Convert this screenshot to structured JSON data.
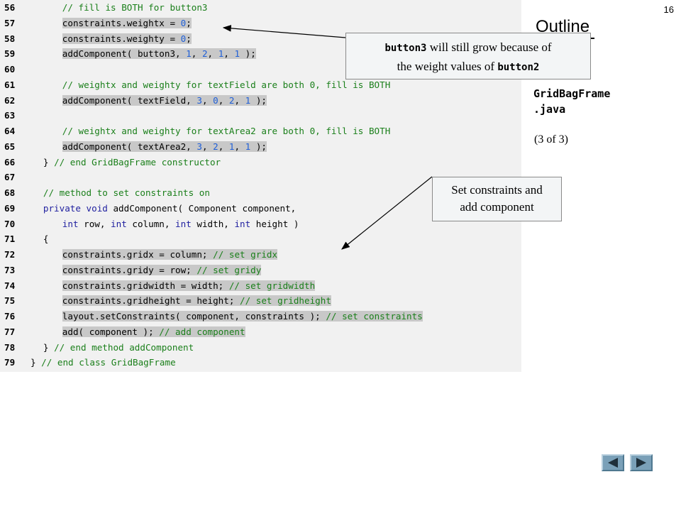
{
  "slide_number": "16",
  "outline_title": "Outline",
  "file_name_line1": "GridBagFrame",
  "file_name_line2": ".java",
  "page_info": "(3 of 3)",
  "callout_1": {
    "mono_1": "button3",
    "text_1": " will still grow because of",
    "text_2": "the weight values of ",
    "mono_2": "button2"
  },
  "callout_2": {
    "line_1": "Set constraints and",
    "line_2": "add component"
  },
  "code_lines": [
    {
      "num": "56",
      "indent": 6,
      "segs": [
        {
          "t": "// fill is BOTH for button3",
          "c": "c"
        }
      ]
    },
    {
      "num": "57",
      "indent": 6,
      "segs": [
        {
          "t": "constraints.weightx = ",
          "h": 1
        },
        {
          "t": "0",
          "c": "n",
          "h": 1
        },
        {
          "t": ";",
          "h": 1
        }
      ]
    },
    {
      "num": "58",
      "indent": 6,
      "segs": [
        {
          "t": "constraints.weighty = ",
          "h": 1
        },
        {
          "t": "0",
          "c": "n",
          "h": 1
        },
        {
          "t": ";",
          "h": 1
        }
      ]
    },
    {
      "num": "59",
      "indent": 6,
      "segs": [
        {
          "t": "addComponent( button3, ",
          "h": 1
        },
        {
          "t": "1",
          "c": "n",
          "h": 1
        },
        {
          "t": ", ",
          "h": 1
        },
        {
          "t": "2",
          "c": "n",
          "h": 1
        },
        {
          "t": ", ",
          "h": 1
        },
        {
          "t": "1",
          "c": "n",
          "h": 1
        },
        {
          "t": ", ",
          "h": 1
        },
        {
          "t": "1",
          "c": "n",
          "h": 1
        },
        {
          "t": " );",
          "h": 1
        }
      ]
    },
    {
      "num": "60",
      "indent": 0,
      "segs": []
    },
    {
      "num": "61",
      "indent": 6,
      "segs": [
        {
          "t": "// weightx and weighty for textField are both 0, fill is BOTH",
          "c": "c"
        }
      ]
    },
    {
      "num": "62",
      "indent": 6,
      "segs": [
        {
          "t": "addComponent( textField, ",
          "h": 1
        },
        {
          "t": "3",
          "c": "n",
          "h": 1
        },
        {
          "t": ", ",
          "h": 1
        },
        {
          "t": "0",
          "c": "n",
          "h": 1
        },
        {
          "t": ", ",
          "h": 1
        },
        {
          "t": "2",
          "c": "n",
          "h": 1
        },
        {
          "t": ", ",
          "h": 1
        },
        {
          "t": "1",
          "c": "n",
          "h": 1
        },
        {
          "t": " );",
          "h": 1
        }
      ]
    },
    {
      "num": "63",
      "indent": 0,
      "segs": []
    },
    {
      "num": "64",
      "indent": 6,
      "segs": [
        {
          "t": "// weightx and weighty for textArea2 are both 0, fill is BOTH",
          "c": "c"
        }
      ]
    },
    {
      "num": "65",
      "indent": 6,
      "segs": [
        {
          "t": "addComponent( textArea2, ",
          "h": 1
        },
        {
          "t": "3",
          "c": "n",
          "h": 1
        },
        {
          "t": ", ",
          "h": 1
        },
        {
          "t": "2",
          "c": "n",
          "h": 1
        },
        {
          "t": ", ",
          "h": 1
        },
        {
          "t": "1",
          "c": "n",
          "h": 1
        },
        {
          "t": ", ",
          "h": 1
        },
        {
          "t": "1",
          "c": "n",
          "h": 1
        },
        {
          "t": " );",
          "h": 1
        }
      ]
    },
    {
      "num": "66",
      "indent": 3,
      "segs": [
        {
          "t": "} "
        },
        {
          "t": "// end GridBagFrame constructor",
          "c": "c"
        }
      ]
    },
    {
      "num": "67",
      "indent": 0,
      "segs": []
    },
    {
      "num": "68",
      "indent": 3,
      "segs": [
        {
          "t": "// method to set constraints on",
          "c": "c"
        }
      ]
    },
    {
      "num": "69",
      "indent": 3,
      "segs": [
        {
          "t": "private void",
          "c": "k"
        },
        {
          "t": " addComponent( Component component,"
        }
      ]
    },
    {
      "num": "70",
      "indent": 6,
      "segs": [
        {
          "t": "int",
          "c": "k"
        },
        {
          "t": " row, "
        },
        {
          "t": "int",
          "c": "k"
        },
        {
          "t": " column, "
        },
        {
          "t": "int",
          "c": "k"
        },
        {
          "t": " width, "
        },
        {
          "t": "int",
          "c": "k"
        },
        {
          "t": " height )"
        }
      ]
    },
    {
      "num": "71",
      "indent": 3,
      "segs": [
        {
          "t": "{"
        }
      ]
    },
    {
      "num": "72",
      "indent": 6,
      "segs": [
        {
          "t": "constraints.gridx = column; ",
          "h": 1
        },
        {
          "t": "// set gridx",
          "c": "c",
          "h": 1
        }
      ]
    },
    {
      "num": "73",
      "indent": 6,
      "segs": [
        {
          "t": "constraints.gridy = row; ",
          "h": 1
        },
        {
          "t": "// set gridy",
          "c": "c",
          "h": 1
        }
      ]
    },
    {
      "num": "74",
      "indent": 6,
      "segs": [
        {
          "t": "constraints.gridwidth = width; ",
          "h": 1
        },
        {
          "t": "// set gridwidth",
          "c": "c",
          "h": 1
        }
      ]
    },
    {
      "num": "75",
      "indent": 6,
      "segs": [
        {
          "t": "constraints.gridheight = height; ",
          "h": 1
        },
        {
          "t": "// set gridheight",
          "c": "c",
          "h": 1
        }
      ]
    },
    {
      "num": "76",
      "indent": 6,
      "segs": [
        {
          "t": "layout.setConstraints( component, constraints ); ",
          "h": 1
        },
        {
          "t": "// set constraints",
          "c": "c",
          "h": 1
        }
      ]
    },
    {
      "num": "77",
      "indent": 6,
      "segs": [
        {
          "t": "add( component ); ",
          "h": 1
        },
        {
          "t": "// add component",
          "c": "c",
          "h": 1
        }
      ]
    },
    {
      "num": "78",
      "indent": 3,
      "segs": [
        {
          "t": "} "
        },
        {
          "t": "// end method addComponent",
          "c": "c"
        }
      ]
    },
    {
      "num": "79",
      "indent": 1,
      "segs": [
        {
          "t": "} "
        },
        {
          "t": "// end class GridBagFrame",
          "c": "c"
        }
      ]
    }
  ],
  "colors": {
    "code_bg": "#f1f1f1",
    "highlight": "#c8c8c8",
    "comment": "#1a7f1a",
    "number": "#1f5fd8",
    "keyword": "#1f1f9f",
    "nav": "#7aa0b8"
  },
  "icons": {
    "prev": "left-triangle-icon",
    "next": "right-triangle-icon"
  }
}
